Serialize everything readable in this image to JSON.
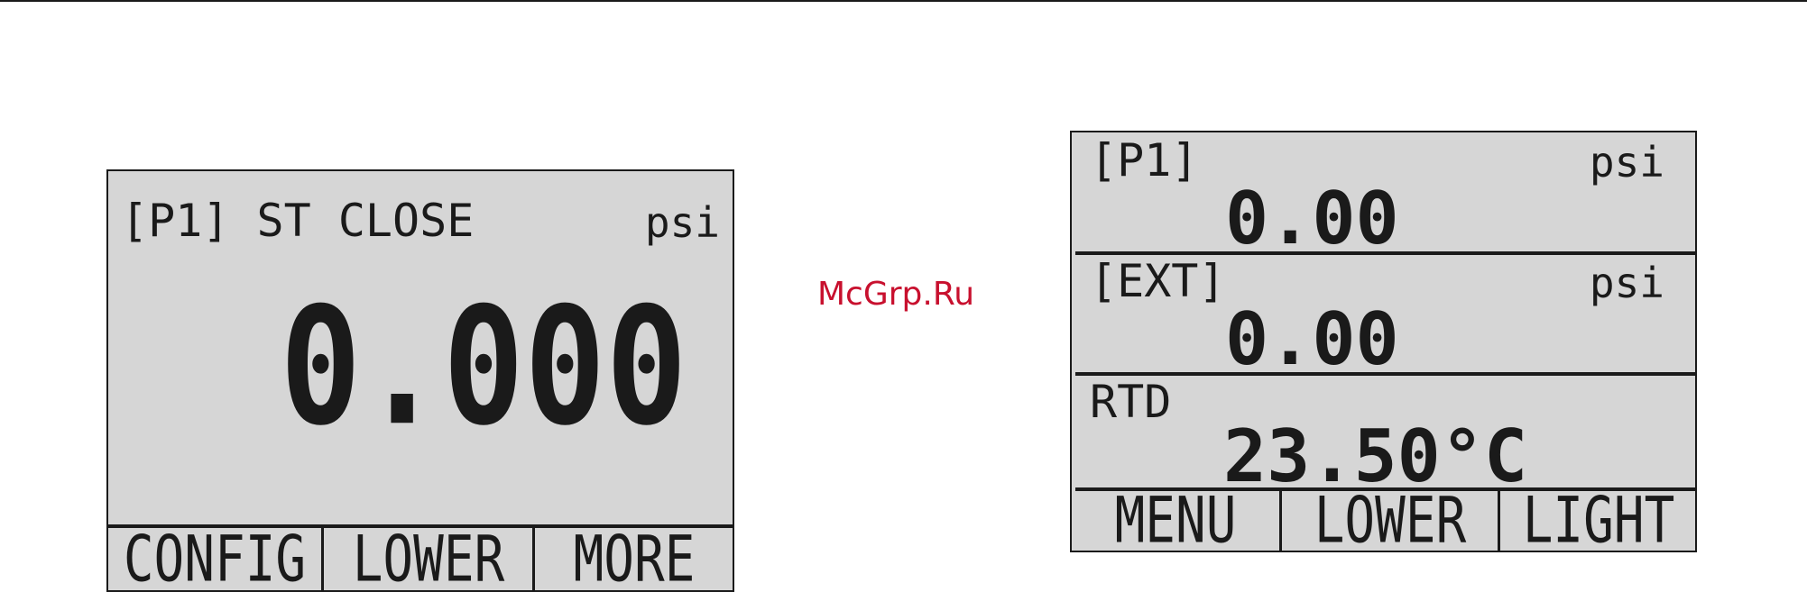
{
  "watermark": "McGrp.Ru",
  "display_1": {
    "header_label": "[P1] ST CLOSE",
    "unit": "psi",
    "reading": "0.000",
    "softkeys": [
      "CONFIG",
      "LOWER",
      "MORE"
    ]
  },
  "display_2": {
    "rows": [
      {
        "label": "[P1]",
        "unit": "psi",
        "value": "0.00"
      },
      {
        "label": "[EXT]",
        "unit": "psi",
        "value": "0.00"
      },
      {
        "label": "RTD",
        "unit": "",
        "value": "23.50°C"
      }
    ],
    "softkeys": [
      "MENU",
      "LOWER",
      "LIGHT"
    ]
  },
  "colors": {
    "lcd_background": "#d6d6d6",
    "lcd_ink": "#1a1a1a",
    "watermark": "#c8102e"
  }
}
